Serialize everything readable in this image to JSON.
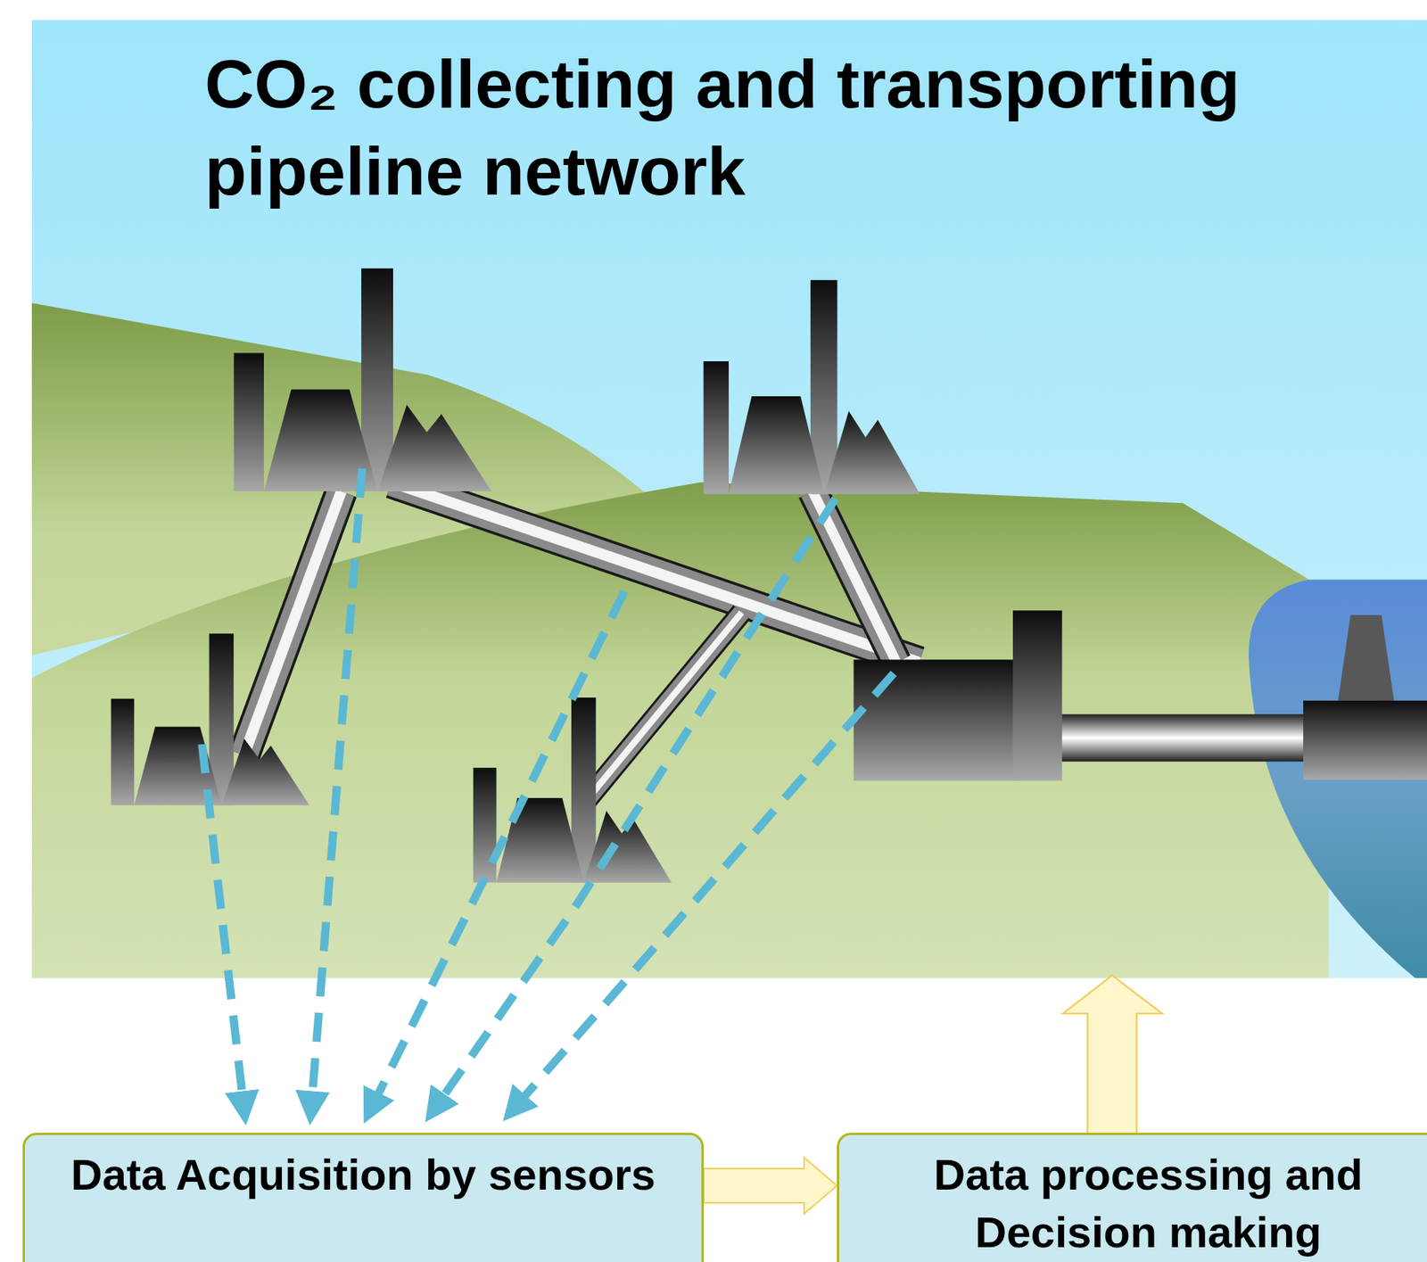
{
  "diagram": {
    "title": "CO₂ collecting and transporting pipeline network",
    "nodes": [
      {
        "text": [
          "Data Acquisition by sensors"
        ]
      },
      {
        "text": [
          "Data processing and Decision making"
        ]
      }
    ],
    "edges": [
      {
        "from": 0,
        "to": 1,
        "arrow": "to"
      }
    ]
  }
}
